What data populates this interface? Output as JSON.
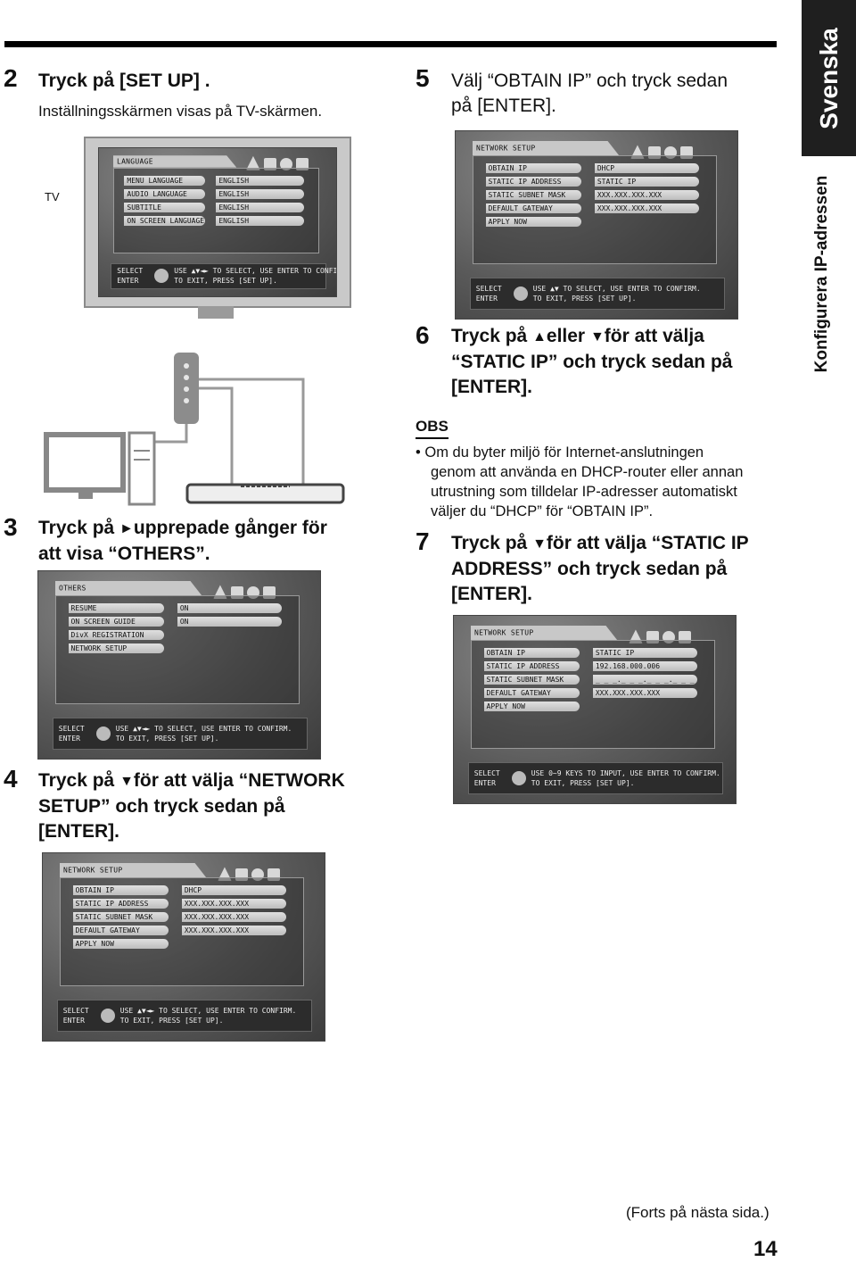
{
  "side_tab": "Svenska",
  "section_tab": "Konfigurera IP-adressen",
  "tv_label": "TV",
  "step2": {
    "num": "2",
    "text": "Tryck på [SET UP] .",
    "sub": "Inställningsskärmen visas på TV-skärmen."
  },
  "step3": {
    "num": "3",
    "line1a": "Tryck på ",
    "line1b": "upprepade gånger för",
    "line2": "att visa “OTHERS”."
  },
  "step4": {
    "num": "4",
    "line1a": "Tryck på ",
    "line1b": "för att välja “NETWORK",
    "line2": "SETUP” och tryck sedan på",
    "line3": "[ENTER]."
  },
  "step5": {
    "num": "5",
    "line1": "Välj “OBTAIN IP” och tryck sedan",
    "line2": "på [ENTER]."
  },
  "step6": {
    "num": "6",
    "line1a": "Tryck på ",
    "line1b": "eller ",
    "line1c": "för att välja",
    "line2": "“STATIC IP” och tryck sedan på",
    "line3": "[ENTER]."
  },
  "obs": {
    "title": "OBS",
    "lines": [
      "• Om du byter miljö för Internet-anslutningen",
      "genom att använda en DHCP-router eller annan",
      "utrustning som tilldelar IP-adresser automatiskt",
      "väljer du “DHCP” för “OBTAIN IP”."
    ]
  },
  "step7": {
    "num": "7",
    "line1a": "Tryck på ",
    "line1b": "för att välja “STATIC IP",
    "line2": "ADDRESS” och tryck sedan på",
    "line3": "[ENTER]."
  },
  "arrows": {
    "up": "▲",
    "down": "▼",
    "right": "►"
  },
  "screens": {
    "language": {
      "header": "LANGUAGE",
      "rows": [
        [
          "MENU LANGUAGE",
          "ENGLISH"
        ],
        [
          "AUDIO LANGUAGE",
          "ENGLISH"
        ],
        [
          "SUBTITLE",
          "ENGLISH"
        ],
        [
          "ON SCREEN LANGUAGE",
          "ENGLISH"
        ]
      ],
      "foot1": "SELECT\nENTER",
      "foot2": "USE ▲▼◄► TO SELECT, USE ENTER TO CONFIRM.\nTO EXIT, PRESS [SET UP]."
    },
    "others": {
      "header": "OTHERS",
      "rows": [
        [
          "RESUME",
          "ON"
        ],
        [
          "ON SCREEN GUIDE",
          "ON"
        ],
        [
          "DivX REGISTRATION",
          ""
        ],
        [
          "NETWORK SETUP",
          ""
        ]
      ],
      "foot1": "SELECT\nENTER",
      "foot2": "USE ▲▼◄► TO SELECT, USE ENTER TO CONFIRM.\nTO EXIT, PRESS [SET UP]."
    },
    "network": {
      "header": "NETWORK SETUP",
      "rows": [
        [
          "OBTAIN IP",
          "DHCP"
        ],
        [
          "STATIC IP ADDRESS",
          "XXX.XXX.XXX.XXX"
        ],
        [
          "STATIC SUBNET MASK",
          "XXX.XXX.XXX.XXX"
        ],
        [
          "DEFAULT GATEWAY",
          "XXX.XXX.XXX.XXX"
        ],
        [
          "APPLY NOW",
          ""
        ]
      ],
      "foot1": "SELECT\nENTER",
      "foot2": "USE ▲▼◄► TO SELECT, USE ENTER TO CONFIRM.\nTO EXIT, PRESS [SET UP]."
    },
    "obtain": {
      "header": "NETWORK SETUP",
      "rows": [
        [
          "OBTAIN IP",
          "DHCP"
        ],
        [
          "STATIC IP ADDRESS",
          "STATIC IP"
        ],
        [
          "STATIC SUBNET MASK",
          "XXX.XXX.XXX.XXX"
        ],
        [
          "DEFAULT GATEWAY",
          "XXX.XXX.XXX.XXX"
        ],
        [
          "APPLY NOW",
          ""
        ]
      ],
      "foot1": "SELECT\nENTER",
      "foot2": "USE ▲▼ TO SELECT, USE ENTER TO CONFIRM.\nTO EXIT, PRESS [SET UP]."
    },
    "static": {
      "header": "NETWORK SETUP",
      "rows": [
        [
          "OBTAIN IP",
          "STATIC IP"
        ],
        [
          "STATIC IP ADDRESS",
          "192.168.000.006"
        ],
        [
          "STATIC SUBNET MASK",
          "_ _ _._ _ _._ _ _._ _ _"
        ],
        [
          "DEFAULT GATEWAY",
          "XXX.XXX.XXX.XXX"
        ],
        [
          "APPLY NOW",
          ""
        ]
      ],
      "foot1": "SELECT\nENTER",
      "foot2": "USE 0~9 KEYS TO INPUT, USE ENTER TO CONFIRM.\nTO EXIT, PRESS [SET UP]."
    }
  },
  "continued": "(Forts på nästa sida.)",
  "page_number": "14"
}
